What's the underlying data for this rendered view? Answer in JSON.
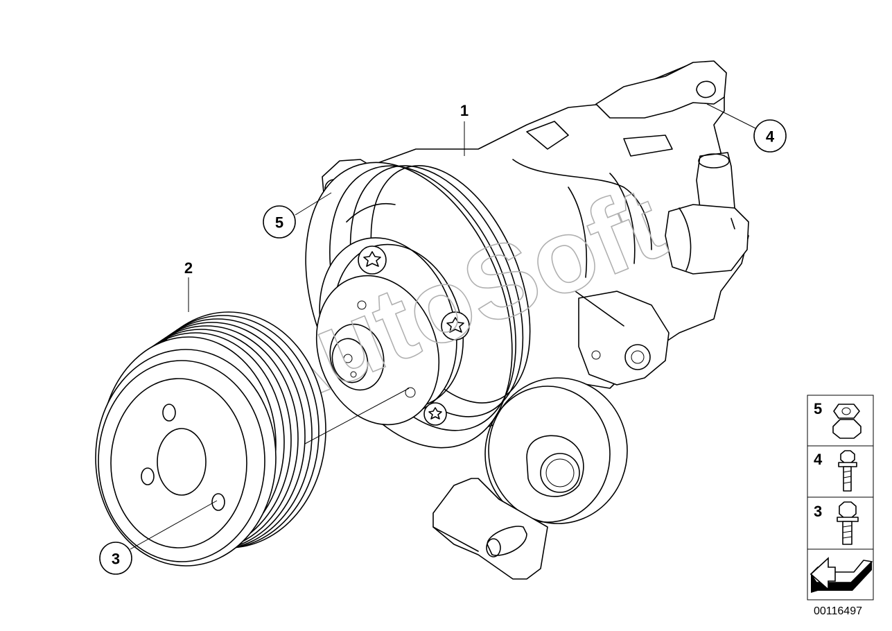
{
  "diagram": {
    "document_number": "00116497",
    "watermark": "AutoSoft",
    "labels": [
      {
        "id": "label-1",
        "text": "1"
      },
      {
        "id": "label-2",
        "text": "2"
      },
      {
        "id": "label-3",
        "text": "3"
      },
      {
        "id": "label-4",
        "text": "4"
      },
      {
        "id": "label-5",
        "text": "5"
      }
    ],
    "legend": [
      {
        "number": "5",
        "part": "nut-icon"
      },
      {
        "number": "4",
        "part": "bolt-icon"
      },
      {
        "number": "3",
        "part": "bolt-icon"
      },
      {
        "number": "",
        "part": "arrow-icon"
      }
    ]
  }
}
